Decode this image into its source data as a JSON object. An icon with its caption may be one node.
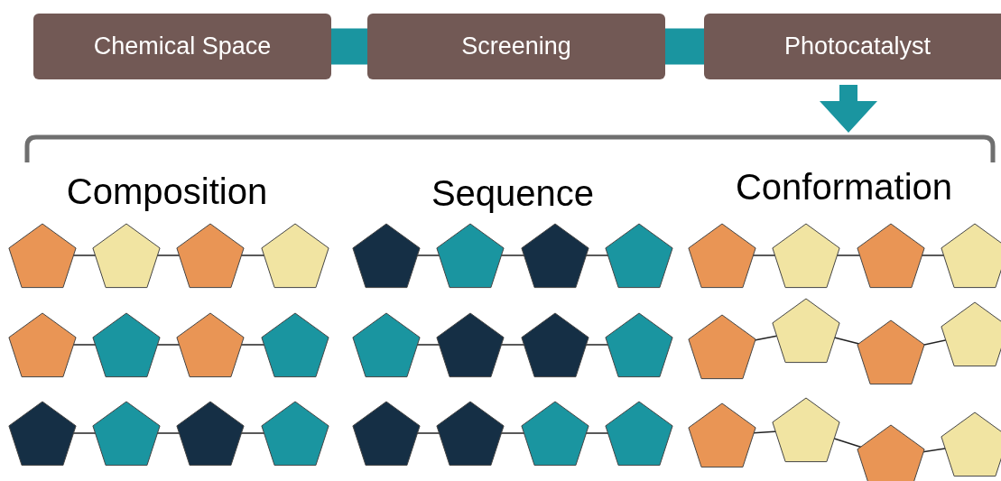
{
  "diagram": {
    "nodes": [
      {
        "text": [
          "Chemical Space"
        ]
      },
      {
        "text": [
          "Screening"
        ]
      },
      {
        "text": [
          "Photocatalyst"
        ]
      }
    ],
    "edges": [
      {
        "from": 0,
        "to": 1,
        "arrow": "none"
      },
      {
        "from": 1,
        "to": 2,
        "arrow": "none"
      },
      {
        "from": 2,
        "to": null,
        "arrow": "to"
      }
    ],
    "labels": [
      "Composition",
      "Sequence",
      "Conformation"
    ]
  }
}
